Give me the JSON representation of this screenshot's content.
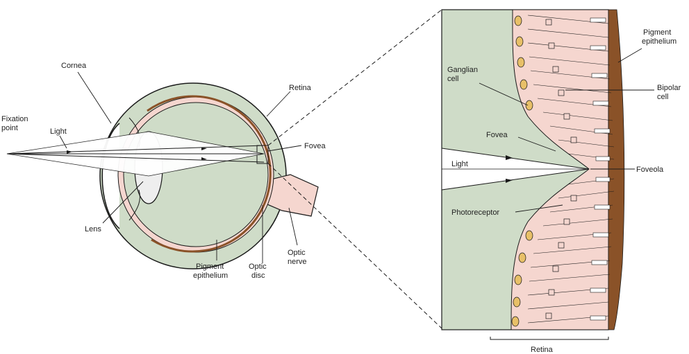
{
  "labels": {
    "fixation_1": "Fixation",
    "fixation_2": "point",
    "light_left": "Light",
    "cornea": "Cornea",
    "lens": "Lens",
    "retina": "Retina",
    "fovea_left": "Fovea",
    "pigment_1": "Pigment",
    "pigment_2": "epithelium",
    "optic_disc_1": "Optic",
    "optic_disc_2": "disc",
    "optic_nerve_1": "Optic",
    "optic_nerve_2": "nerve",
    "ganglion_1": "Ganglian",
    "ganglion_2": "cell",
    "fovea_right": "Fovea",
    "light_right": "Light",
    "photoreceptor": "Photoreceptor",
    "pigment_right_1": "Pigment",
    "pigment_right_2": "epithelium",
    "bipolar_1": "Bipolar",
    "bipolar_2": "cell",
    "foveola": "Foveola",
    "retina_bottom": "Retina"
  },
  "colors": {
    "sclera": "#cfdcc8",
    "vitreous": "#cfdcc8",
    "retina_pink": "#f5d6cf",
    "pigment": "#8a5228",
    "ganglion_fill": "#e8c068",
    "line": "#1a1a1a"
  }
}
